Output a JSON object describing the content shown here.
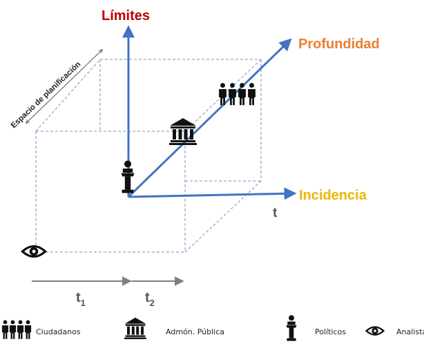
{
  "axes": {
    "limits": {
      "label": "Límites",
      "color": "#c00000"
    },
    "depth": {
      "label": "Profundidad",
      "color": "#ed7d31"
    },
    "incidence": {
      "label": "Incidencia",
      "color": "#f0b400"
    }
  },
  "planning_space_label": "Espacio de planificación",
  "time": {
    "t": "t",
    "t1": "t",
    "t1_sub": "1",
    "t2": "t",
    "t2_sub": "2"
  },
  "legend": [
    {
      "icon": "citizens-icon",
      "label": "Ciudadanos"
    },
    {
      "icon": "public-administration-icon",
      "label": "Admón. Pública"
    },
    {
      "icon": "politician-icon",
      "label": "Políticos"
    },
    {
      "icon": "eye-icon",
      "label": "Analista"
    }
  ],
  "colors": {
    "axis_line": "#4472c4",
    "cube_dash": "#8fa8cc",
    "time_arrow": "#808080",
    "icon": "#111111"
  }
}
